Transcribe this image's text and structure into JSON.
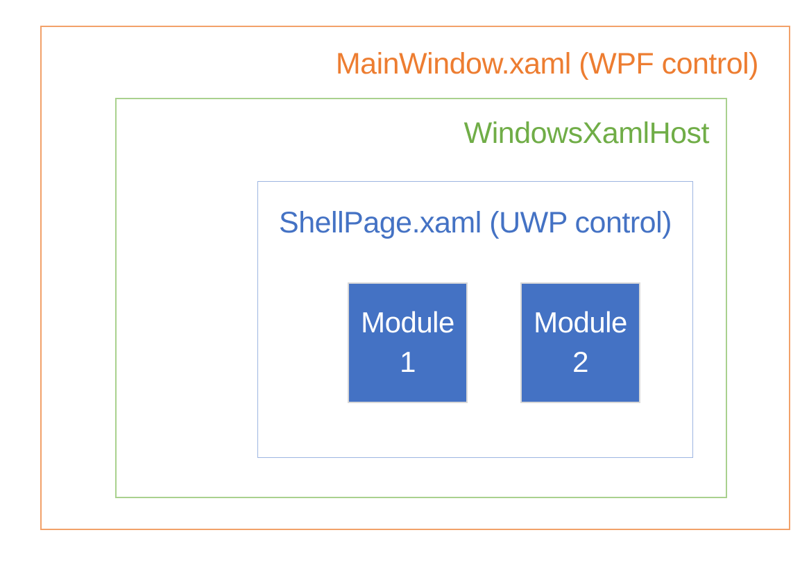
{
  "colors": {
    "background": "#FFFFFF",
    "orange-text": "#ED7D31",
    "orange-border": "#F2A169",
    "green-text": "#70AD47",
    "green-border": "#A9D18E",
    "blue-text": "#4472C4",
    "blue-border": "#9DB5E1",
    "module-fill": "#4472C4",
    "module-border": "#D8D8D8",
    "module-text": "#FFFFFF"
  },
  "diagram": {
    "main_window": {
      "label": "MainWindow.xaml (WPF control)"
    },
    "xaml_host": {
      "label": "WindowsXamlHost"
    },
    "shell_page": {
      "label": "ShellPage.xaml (UWP control)"
    },
    "modules": [
      {
        "name": "Module 1",
        "line1": "Module",
        "line2": "1"
      },
      {
        "name": "Module 2",
        "line1": "Module",
        "line2": "2"
      }
    ]
  }
}
